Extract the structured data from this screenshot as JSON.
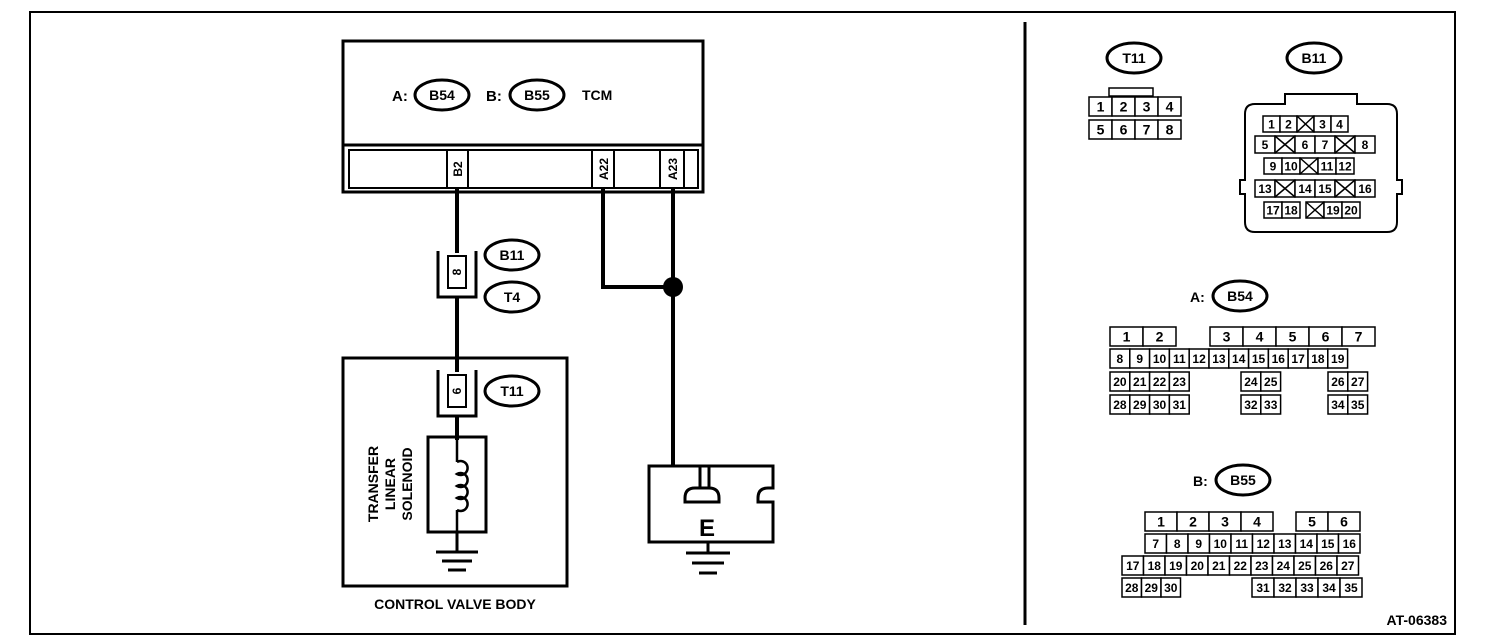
{
  "tcm": {
    "label_a": "A:",
    "conn_a": "B54",
    "label_b": "B:",
    "conn_b": "B55",
    "name": "TCM",
    "pin_b2": "B2",
    "pin_a22": "A22",
    "pin_a23": "A23"
  },
  "harness": {
    "connector_top": "B11",
    "connector_bottom": "T4",
    "pin": "8"
  },
  "solenoid_connector": {
    "label": "T11",
    "pin": "6"
  },
  "component": {
    "name_lines": [
      "TRANSFER",
      "LINEAR",
      "SOLENOID"
    ]
  },
  "control_valve_body": {
    "label": "CONTROL VALVE BODY"
  },
  "ground": {
    "label": "E"
  },
  "connector_views": {
    "t11": {
      "label": "T11",
      "row1": [
        "1",
        "2",
        "3",
        "4"
      ],
      "row2": [
        "5",
        "6",
        "7",
        "8"
      ]
    },
    "b11": {
      "label": "B11",
      "row1": [
        "1",
        "2",
        "",
        "3",
        "4"
      ],
      "row2": [
        "5",
        "",
        "6",
        "7",
        "",
        "8"
      ],
      "row3": [
        "9",
        "10",
        "",
        "11",
        "12"
      ],
      "row4": [
        "13",
        "",
        "14",
        "15",
        "",
        "16"
      ],
      "row5": [
        "17",
        "18",
        "",
        "19",
        "20"
      ]
    },
    "b54": {
      "prefix": "A:",
      "label": "B54",
      "row1": [
        "1",
        "2",
        "",
        "3",
        "4",
        "5",
        "6",
        "7"
      ],
      "row2": [
        "8",
        "9",
        "10",
        "11",
        "12",
        "13",
        "14",
        "15",
        "16",
        "17",
        "18",
        "19"
      ],
      "row3": [
        "20",
        "21",
        "22",
        "23",
        "24",
        "25",
        "26",
        "27"
      ],
      "row4": [
        "28",
        "29",
        "30",
        "31",
        "32",
        "33",
        "34",
        "35"
      ]
    },
    "b55": {
      "prefix": "B:",
      "label": "B55",
      "row1": [
        "1",
        "2",
        "3",
        "4",
        "5",
        "6"
      ],
      "row2": [
        "7",
        "8",
        "9",
        "10",
        "11",
        "12",
        "13",
        "14",
        "15",
        "16"
      ],
      "row3": [
        "17",
        "18",
        "19",
        "20",
        "21",
        "22",
        "23",
        "24",
        "25",
        "26",
        "27"
      ],
      "row4": [
        "28",
        "29",
        "30",
        "31",
        "32",
        "33",
        "34",
        "35"
      ]
    }
  },
  "figure_id": "AT-06383"
}
